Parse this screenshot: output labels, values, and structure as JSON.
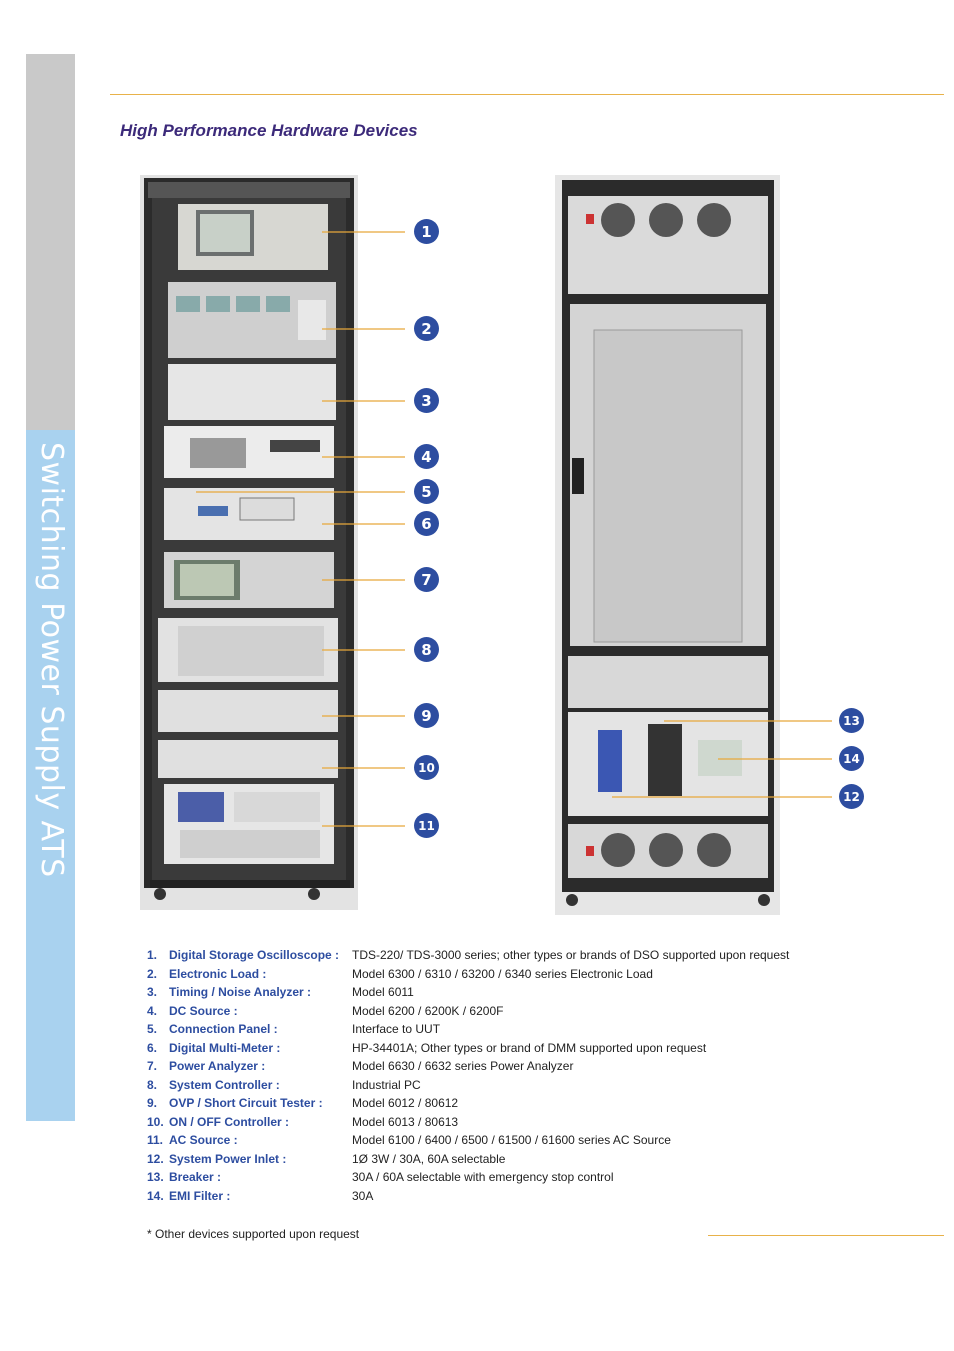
{
  "sidebar": {
    "title": "Switching Power Supply ATS"
  },
  "heading": "High Performance Hardware Devices",
  "callouts": [
    "1",
    "2",
    "3",
    "4",
    "5",
    "6",
    "7",
    "8",
    "9",
    "10",
    "11",
    "13",
    "14",
    "12"
  ],
  "legend": [
    {
      "num": "1.",
      "label": "Digital Storage  Oscilloscope :",
      "desc": "TDS-220/ TDS-3000  series; other types or brands of DSO supported  upon  request"
    },
    {
      "num": "2.",
      "label": "Electronic Load :",
      "desc": "Model 6300 / 6310 /  63200 / 6340  series Electronic  Load"
    },
    {
      "num": "3.",
      "label": "Timing / Noise Analyzer :",
      "desc": "Model 6011"
    },
    {
      "num": "4.",
      "label": "DC Source :",
      "desc": "Model 6200 / 6200K / 6200F"
    },
    {
      "num": "5.",
      "label": "Connection Panel :",
      "desc": "Interface to UUT"
    },
    {
      "num": "6.",
      "label": "Digital Multi-Meter :",
      "desc": "HP-34401A; Other types or brand of DMM supported upon request"
    },
    {
      "num": "7.",
      "label": "Power Analyzer :",
      "desc": " Model 6630 / 6632 series Power Analyzer"
    },
    {
      "num": "8.",
      "label": "System Controller :",
      "desc": "Industrial PC"
    },
    {
      "num": "9.",
      "label": "OVP / Short Circuit Tester :",
      "desc": "Model 6012 / 80612"
    },
    {
      "num": "10.",
      "label": "ON / OFF Controller :",
      "desc": "Model 6013 / 80613"
    },
    {
      "num": "11.",
      "label": "AC Source :",
      "desc": "Model  6100 / 6400 / 6500 / 61500 / 61600 series AC Source"
    },
    {
      "num": "12.",
      "label": "System Power Inlet :",
      "desc": "1Ø 3W / 30A, 60A selectable"
    },
    {
      "num": "13.",
      "label": "Breaker :",
      "desc": "30A / 60A selectable with emergency stop control"
    },
    {
      "num": "14.",
      "label": "EMI Filter :",
      "desc": "30A"
    }
  ],
  "footnote": "* Other devices supported upon request"
}
